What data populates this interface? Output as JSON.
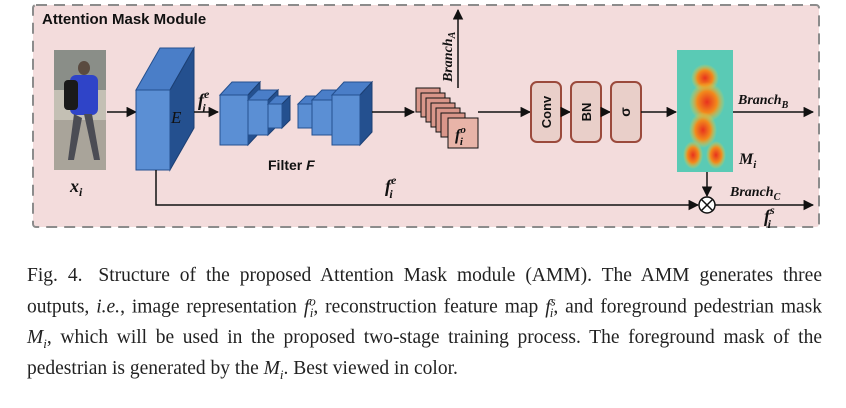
{
  "figure": {
    "module_title": "Attention Mask Module",
    "encoder_label": "E",
    "filter_label_prefix": "Filter",
    "filter_label_var": "F",
    "input_label": {
      "base": "x",
      "sub": "i"
    },
    "fe_label": {
      "base": "f",
      "sup": "e",
      "sub": "i"
    },
    "fe_bottom_label": {
      "base": "f",
      "sup": "e",
      "sub": "i"
    },
    "fo_label": {
      "base": "f",
      "sup": "o",
      "sub": "i"
    },
    "fs_label": {
      "base": "f",
      "sup": "s",
      "sub": "i"
    },
    "mask_label": {
      "base": "M",
      "sub": "i"
    },
    "branch_a": {
      "base": "Branch",
      "sub": "A"
    },
    "branch_b": {
      "base": "Branch",
      "sub": "B"
    },
    "branch_c": {
      "base": "Branch",
      "sub": "C"
    },
    "conv_label": "Conv",
    "bn_label": "BN",
    "sigma_label": "σ",
    "multiply_symbol": "⊗",
    "colors": {
      "module_bg": "#f3dcdc",
      "module_border": "#8c8c8c",
      "block_blue": "#4a7ec8",
      "block_dark": "#24508f",
      "op_box_fill": "#e9cfc9",
      "op_box_stroke": "#9b4a3c",
      "fo_fill": "#e8b4a8"
    }
  },
  "caption": {
    "number": "Fig. 4.",
    "t1": "Structure of the proposed Attention Mask module (AMM). The AMM generates three outputs, ",
    "ie": "i.e.",
    "t2": ", image representation ",
    "t3": ", reconstruction feature map ",
    "t4": ", and foreground pedestrian mask ",
    "t5": ", which will be used in the proposed two-stage training process. The foreground mask of the pedestrian is generated by the ",
    "t6": ". Best viewed in color."
  }
}
